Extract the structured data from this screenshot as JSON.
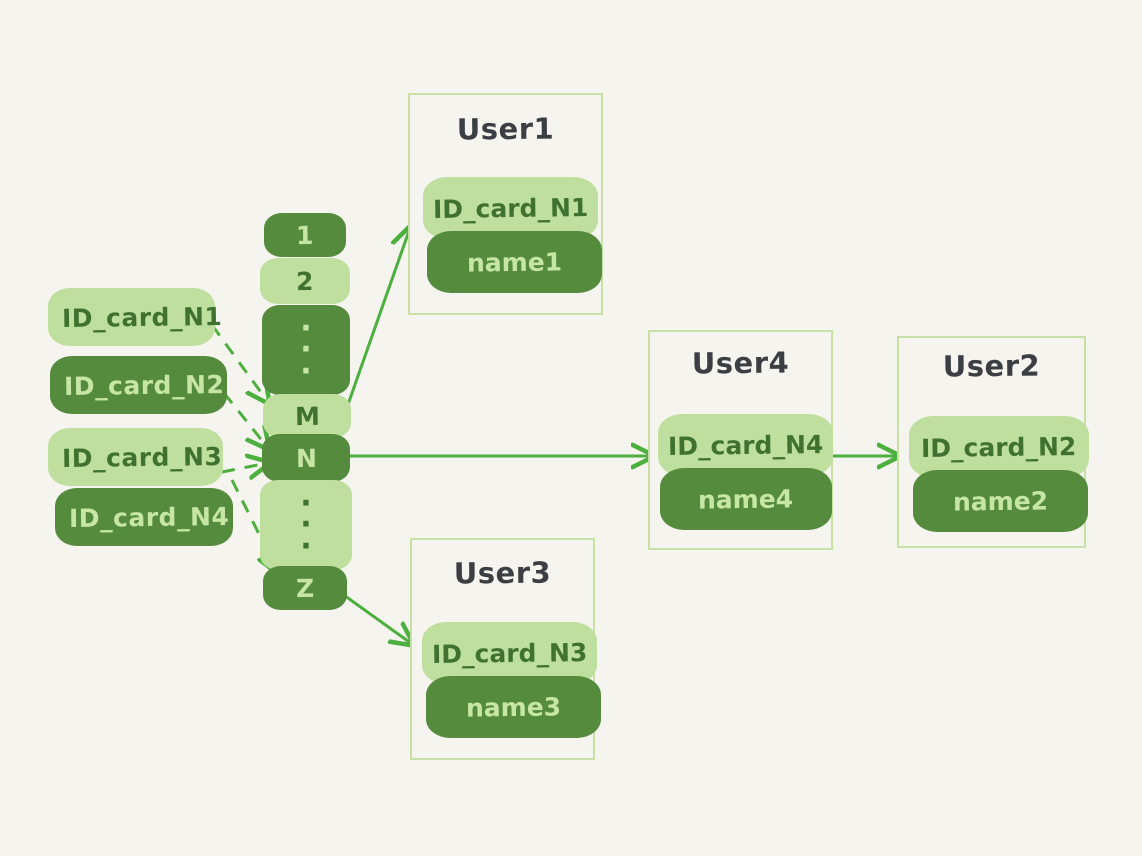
{
  "palette": {
    "background": "#f5f4ef",
    "light_green": "#bfdf9e",
    "dark_green": "#548b3d",
    "light_text": "#c7e6a6",
    "dark_text": "#3f7230",
    "box_border": "#c6e0a6",
    "title_text": "#3b3f44",
    "arrow": "#4caf3e"
  },
  "id_card_stack": {
    "name": "input-id-card-keys",
    "items": [
      {
        "label": "ID_card_N1",
        "tone": "light"
      },
      {
        "label": "ID_card_N2",
        "tone": "dark"
      },
      {
        "label": "ID_card_N3",
        "tone": "light"
      },
      {
        "label": "ID_card_N4",
        "tone": "dark"
      }
    ]
  },
  "hash_buckets": {
    "name": "hash-bucket-column",
    "items": [
      {
        "label": "1",
        "tone": "dark",
        "kind": "text"
      },
      {
        "label": "2",
        "tone": "light",
        "kind": "text"
      },
      {
        "label": "⋮",
        "tone": "dark",
        "kind": "dots"
      },
      {
        "label": "M",
        "tone": "light",
        "kind": "text"
      },
      {
        "label": "N",
        "tone": "dark",
        "kind": "text"
      },
      {
        "label": "⋮",
        "tone": "light",
        "kind": "dots"
      },
      {
        "label": "Z",
        "tone": "dark",
        "kind": "text"
      }
    ]
  },
  "user_boxes": [
    {
      "name": "user1-box",
      "title": "User1",
      "id_card": "ID_card_N1",
      "user_name": "name1"
    },
    {
      "name": "user4-box",
      "title": "User4",
      "id_card": "ID_card_N4",
      "user_name": "name4"
    },
    {
      "name": "user2-box",
      "title": "User2",
      "id_card": "ID_card_N2",
      "user_name": "name2"
    },
    {
      "name": "user3-box",
      "title": "User3",
      "id_card": "ID_card_N3",
      "user_name": "name3"
    }
  ],
  "connections": [
    {
      "from": "ID_card_N1",
      "to": "bucket-M",
      "style": "dashed"
    },
    {
      "from": "ID_card_N2",
      "to": "bucket-N",
      "style": "dashed"
    },
    {
      "from": "ID_card_N3",
      "to": "bucket-N",
      "style": "dashed"
    },
    {
      "from": "ID_card_N4",
      "to": "bucket-Z",
      "style": "dashed"
    },
    {
      "from": "bucket-M",
      "to": "User1",
      "style": "solid"
    },
    {
      "from": "bucket-N",
      "to": "User4",
      "style": "solid"
    },
    {
      "from": "User4",
      "to": "User2",
      "style": "solid"
    },
    {
      "from": "bucket-Z",
      "to": "User3",
      "style": "solid"
    }
  ]
}
